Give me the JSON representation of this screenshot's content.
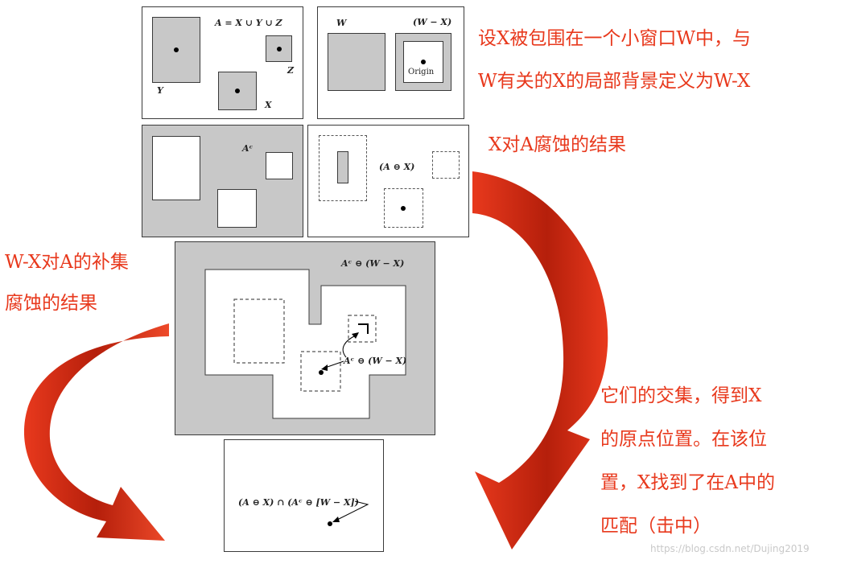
{
  "panel_top_left": {
    "equation": "A = X ∪ Y ∪ Z",
    "label_y": "Y",
    "label_z": "Z",
    "label_x": "X"
  },
  "panel_top_right": {
    "label_w": "W",
    "label_w_minus_x": "(W − X)",
    "label_origin": "Origin"
  },
  "panel_complement": {
    "label_ac": "Aᶜ"
  },
  "panel_erosion": {
    "label": "(A ⊖ X)"
  },
  "panel_middle": {
    "title": "Aᶜ ⊖ (W − X)",
    "inner_label": "Aᶜ ⊖ (W − X)"
  },
  "panel_bottom": {
    "label": "(A ⊖ X) ∩ (Aᶜ ⊖ [W − X])"
  },
  "notes": {
    "top_right_line1": "设X被包围在一个小窗口W中，与",
    "top_right_line2": "W有关的X的局部背景定义为W-X",
    "erosion_note": "X对A腐蚀的结果",
    "left_line1": "W-X对A的补集",
    "left_line2": "腐蚀的结果",
    "right_line1": "它们的交集，得到X",
    "right_line2": "的原点位置。在该位",
    "right_line3": "置，X找到了在A中的",
    "right_line4": "匹配（击中）"
  },
  "watermark": "https://blog.csdn.net/Dujing2019",
  "colors": {
    "annotation": "#e8391d",
    "arrow_dark": "#b01e0a",
    "set_gray": "#c8c8c8"
  }
}
